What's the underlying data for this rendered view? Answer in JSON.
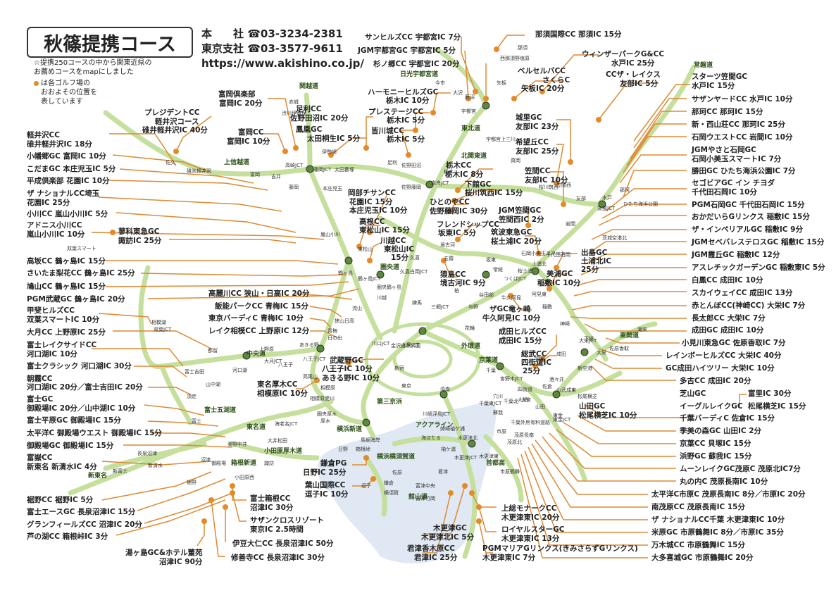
{
  "title": "秋篠提携コース",
  "contact": {
    "hq_label": "本　　社",
    "hq_phone": "☎03-3234-2381",
    "tokyo_label": "東京支社",
    "tokyo_phone": "☎03-3577-9611",
    "url": "https://www.akishino.co.jp/"
  },
  "notes": {
    "intro_line1": "☆提携250コースの中から関東近県の",
    "intro_line2": "お薦めコースをmapにしました",
    "dot_line1": "は各ゴルフ場の",
    "dot_line2": "おおよその位置を",
    "dot_line3": "表しています"
  },
  "colors": {
    "road": "#c5df9c",
    "road_dark": "#9cc36a",
    "sea": "#dfe8f3",
    "leader": "#dd8a33",
    "text": "#222222"
  },
  "roads": [
    {
      "text": "関越道"
    },
    {
      "text": "上信越道"
    },
    {
      "text": "北関東道"
    },
    {
      "text": "東北道"
    },
    {
      "text": "日光宇都宮道"
    },
    {
      "text": "常磐道"
    },
    {
      "text": "圏央道"
    },
    {
      "text": "中央道"
    },
    {
      "text": "富士五湖道"
    },
    {
      "text": "東名道"
    },
    {
      "text": "新東名"
    },
    {
      "text": "小田原厚木道"
    },
    {
      "text": "箱根新道"
    },
    {
      "text": "横浜新道"
    },
    {
      "text": "第三京浜"
    },
    {
      "text": "アクアライン"
    },
    {
      "text": "横浜横須賀道"
    },
    {
      "text": "館山道"
    },
    {
      "text": "京葉道"
    },
    {
      "text": "外環道"
    },
    {
      "text": "東関道"
    },
    {
      "text": "首都高"
    }
  ],
  "places": [
    {
      "text": "佐久"
    },
    {
      "text": "碓氷軽井沢"
    },
    {
      "text": "富岡"
    },
    {
      "text": "吉井"
    },
    {
      "text": "高崎JCT"
    },
    {
      "text": "藤岡"
    },
    {
      "text": "藤岡JCT"
    },
    {
      "text": "伊勢崎"
    },
    {
      "text": "太田藪塚"
    },
    {
      "text": "足利"
    },
    {
      "text": "佐野田沼"
    },
    {
      "text": "佐野藤岡"
    },
    {
      "text": "岩舟JCT"
    },
    {
      "text": "栃木"
    },
    {
      "text": "赤城"
    },
    {
      "text": "渋川伊香保"
    },
    {
      "text": "本庄児玉"
    },
    {
      "text": "嵐山小川"
    },
    {
      "text": "東松山"
    },
    {
      "text": "鶴ヶ島"
    },
    {
      "text": "鶴ヶ島JCT"
    },
    {
      "text": "圏央鶴ヶ島"
    },
    {
      "text": "川越"
    },
    {
      "text": "久喜"
    },
    {
      "text": "久喜白岡JCT"
    },
    {
      "text": "五霞"
    },
    {
      "text": "境古河"
    },
    {
      "text": "坂東"
    },
    {
      "text": "常総"
    },
    {
      "text": "つくばJCT"
    },
    {
      "text": "谷田部"
    },
    {
      "text": "桜土浦"
    },
    {
      "text": "土浦北"
    },
    {
      "text": "石岡小美玉スマート"
    },
    {
      "text": "千代田石岡"
    },
    {
      "text": "岩間"
    },
    {
      "text": "友部"
    },
    {
      "text": "友部JCT"
    },
    {
      "text": "笠間西"
    },
    {
      "text": "桜川筑西"
    },
    {
      "text": "真岡"
    },
    {
      "text": "宇都宮上三川"
    },
    {
      "text": "宇都宮"
    },
    {
      "text": "鹿沼"
    },
    {
      "text": "今市"
    },
    {
      "text": "大沢"
    },
    {
      "text": "矢板"
    },
    {
      "text": "那須"
    },
    {
      "text": "西那須野塩原"
    },
    {
      "text": "水戸"
    },
    {
      "text": "那珂"
    },
    {
      "text": "ひたち海浜公園"
    },
    {
      "text": "茨城空港北"
    },
    {
      "text": "阿見東"
    },
    {
      "text": "牛久阿見"
    },
    {
      "text": "稲敷"
    },
    {
      "text": "神崎"
    },
    {
      "text": "大栄JCT"
    },
    {
      "text": "大栄"
    },
    {
      "text": "佐原香取"
    },
    {
      "text": "潮来"
    },
    {
      "text": "成田"
    },
    {
      "text": "下総"
    },
    {
      "text": "新空港"
    },
    {
      "text": "富里"
    },
    {
      "text": "酒々井"
    },
    {
      "text": "佐倉"
    },
    {
      "text": "四街道"
    },
    {
      "text": "千葉北"
    },
    {
      "text": "山武成東"
    },
    {
      "text": "松尾横芝"
    },
    {
      "text": "大網"
    },
    {
      "text": "東金"
    },
    {
      "text": "山田"
    },
    {
      "text": "東金JCT"
    },
    {
      "text": "千葉東JCT"
    },
    {
      "text": "穴川"
    },
    {
      "text": "蘇我"
    },
    {
      "text": "市原"
    },
    {
      "text": "大宮"
    },
    {
      "text": "千葉外房有料道路"
    },
    {
      "text": "茂原北"
    },
    {
      "text": "茂原長南"
    },
    {
      "text": "市原鶴舞"
    },
    {
      "text": "姉崎袖ケ浦"
    },
    {
      "text": "木更津北"
    },
    {
      "text": "木更津東"
    },
    {
      "text": "木更津JCT"
    },
    {
      "text": "袖ケ浦"
    },
    {
      "text": "君津"
    },
    {
      "text": "富津中央"
    },
    {
      "text": "富津竹岡"
    },
    {
      "text": "海ほたる"
    },
    {
      "text": "川崎浮島JCT"
    },
    {
      "text": "湾岸"
    },
    {
      "text": "宮野木JCT"
    },
    {
      "text": "千葉"
    },
    {
      "text": "花輪"
    },
    {
      "text": "三郷JCT"
    },
    {
      "text": "川口JCT"
    },
    {
      "text": "大泉JCT"
    },
    {
      "text": "練馬"
    },
    {
      "text": "与野"
    },
    {
      "text": "柏"
    },
    {
      "text": "流山"
    },
    {
      "text": "狭山日高"
    },
    {
      "text": "青梅"
    },
    {
      "text": "日の出"
    },
    {
      "text": "あきる野"
    },
    {
      "text": "八王子JCT"
    },
    {
      "text": "八王子"
    },
    {
      "text": "高尾山"
    },
    {
      "text": "相模原"
    },
    {
      "text": "相模原愛川"
    },
    {
      "text": "圏央厚木"
    },
    {
      "text": "厚木"
    },
    {
      "text": "海老名JCT"
    },
    {
      "text": "大井松田"
    },
    {
      "text": "秦野中井"
    },
    {
      "text": "御殿場"
    },
    {
      "text": "裾野"
    },
    {
      "text": "沼津"
    },
    {
      "text": "長泉沼津"
    },
    {
      "text": "新富士"
    },
    {
      "text": "新清水"
    },
    {
      "text": "富士"
    },
    {
      "text": "須走"
    },
    {
      "text": "山中湖"
    },
    {
      "text": "富士吉田"
    },
    {
      "text": "河口湖"
    },
    {
      "text": "都留"
    },
    {
      "text": "大月JCT"
    },
    {
      "text": "上野原"
    },
    {
      "text": "相模湖"
    },
    {
      "text": "双葉JCT"
    },
    {
      "text": "双葉スマート"
    },
    {
      "text": "諏訪"
    },
    {
      "text": "小田原西"
    },
    {
      "text": "箱根峠"
    },
    {
      "text": "鎌倉"
    },
    {
      "text": "逗子"
    },
    {
      "text": "横須賀"
    },
    {
      "text": "佐原"
    },
    {
      "text": "馬堀海岸"
    },
    {
      "text": "日野"
    },
    {
      "text": "金沢自然公園"
    },
    {
      "text": "新宿"
    },
    {
      "text": "東京"
    },
    {
      "text": "玉川"
    }
  ],
  "courses": [
    {
      "name": "サンヒルズCC 宇都宮IC 7分"
    },
    {
      "name": "JGM宇都宮GC 宇都宮IC 5分"
    },
    {
      "name": "杉ノ郷CC 宇都宮IC 20分"
    },
    {
      "name": "那須国際CC 那須IC 15分"
    },
    {
      "name": "ウィンザーパークG&CC"
    },
    {
      "name": "水戸IC 25分"
    },
    {
      "name": "ベルセルバCC"
    },
    {
      "name": "さくらC"
    },
    {
      "name": "矢板IC 20分"
    },
    {
      "name": "CCザ・レイクス"
    },
    {
      "name": "友部IC 5分"
    },
    {
      "name": "ハーモニーヒルズGC"
    },
    {
      "name": "栃木IC 10分"
    },
    {
      "name": "プレステージCC"
    },
    {
      "name": "栃木IC 5分"
    },
    {
      "name": "皆川城CC"
    },
    {
      "name": "栃木IC 5分"
    },
    {
      "name": "足利CC"
    },
    {
      "name": "佐野田沼IC 20分"
    },
    {
      "name": "鳳凰GC"
    },
    {
      "name": "太田桐生IC 5分"
    },
    {
      "name": "富岡倶楽部"
    },
    {
      "name": "富岡IC 20分"
    },
    {
      "name": "富岡CC"
    },
    {
      "name": "富岡IC 10分"
    },
    {
      "name": "プレジデントCC"
    },
    {
      "name": "軽井沢コース"
    },
    {
      "name": "碓井軽井沢IC 40分"
    },
    {
      "name": "城里GC"
    },
    {
      "name": "友部IC 23分"
    },
    {
      "name": "希望丘CC"
    },
    {
      "name": "友部IC 25分"
    },
    {
      "name": "栃木CC"
    },
    {
      "name": "栃木IC 8分"
    },
    {
      "name": "笠間CC"
    },
    {
      "name": "友部IC 10分"
    },
    {
      "name": "下館GC"
    },
    {
      "name": "桜川筑西IC 15分"
    },
    {
      "name": "ひとのやCC"
    },
    {
      "name": "佐野藤岡IC 30分"
    },
    {
      "name": "岡部チサンCC"
    },
    {
      "name": "花園IC 15分"
    },
    {
      "name": "本庄児玉IC 10分"
    },
    {
      "name": "高根CC"
    },
    {
      "name": "東松山IC 15分"
    },
    {
      "name": "川越CC"
    },
    {
      "name": "東松山IC"
    },
    {
      "name": "15分"
    },
    {
      "name": "フレンドシップCC"
    },
    {
      "name": "坂東IC 5分"
    },
    {
      "name": "JGM笠間GC"
    },
    {
      "name": "笠間西IC 2分"
    },
    {
      "name": "筑波東急GC"
    },
    {
      "name": "桜土浦IC 20分"
    },
    {
      "name": "出島GC"
    },
    {
      "name": "土浦北IC"
    },
    {
      "name": "25分"
    },
    {
      "name": "美浦GC"
    },
    {
      "name": "稲敷IC 10分"
    },
    {
      "name": "猿島CC"
    },
    {
      "name": "境古河IC 9分"
    },
    {
      "name": "ザGC竜ヶ崎"
    },
    {
      "name": "牛久阿見IC 10分"
    },
    {
      "name": "成田ヒルズCC"
    },
    {
      "name": "成田IC 15分"
    },
    {
      "name": "総武CC"
    },
    {
      "name": "四街道IC"
    },
    {
      "name": "25分"
    },
    {
      "name": "芝山GC"
    },
    {
      "name": "富里IC 30分"
    },
    {
      "name": "イーグルレイクGC"
    },
    {
      "name": "松尾横芝IC 15分"
    },
    {
      "name": "山田GC"
    },
    {
      "name": "松尾横芝IC 10分"
    },
    {
      "name": "武蔵野GC"
    },
    {
      "name": "八王子IC 10分"
    },
    {
      "name": "あきる野IC 10分"
    },
    {
      "name": "東名厚木CC"
    },
    {
      "name": "相模原IC 10分"
    },
    {
      "name": "鎌倉PG"
    },
    {
      "name": "日野IC 25分"
    },
    {
      "name": "葉山国際CC"
    },
    {
      "name": "逗子IC 10分"
    },
    {
      "name": "富士箱根CC"
    },
    {
      "name": "沼津IC 30分"
    },
    {
      "name": "サザンクロスリゾート"
    },
    {
      "name": "東京IC 2.5時間"
    },
    {
      "name": "伊豆大仁CC 長泉沼津IC 50分"
    },
    {
      "name": "修善寺CC 長泉沼津IC 30分"
    },
    {
      "name": "湯ヶ島GC&ホテル董苑"
    },
    {
      "name": "沼津IC 90分"
    },
    {
      "name": "木更津GC"
    },
    {
      "name": "木更津北IC 5分"
    },
    {
      "name": "君津香木原CC"
    },
    {
      "name": "君津IC 25分"
    },
    {
      "name": "上総モナークCC"
    },
    {
      "name": "木更津東IC 20分"
    },
    {
      "name": "ロイヤルスターGC"
    },
    {
      "name": "木更津東IC 13分"
    },
    {
      "name": "PGMマリアGリンクス(きみさらずGリンクス)"
    },
    {
      "name": "木更津東IC 7分"
    },
    {
      "name": "軽井沢CC"
    },
    {
      "name": "碓井軽井沢IC 18分"
    },
    {
      "name": "小幡郷GC 富岡IC 10分"
    },
    {
      "name": "こだまGC 本庄児玉IC 5分"
    },
    {
      "name": "平成倶楽部 花園IC 10分"
    },
    {
      "name": "ザ ナショナルCC埼玉"
    },
    {
      "name": "花園IC 25分"
    },
    {
      "name": "小川CC 嵐山小川IC 5分"
    },
    {
      "name": "アドニス小川CC"
    },
    {
      "name": "嵐山小川IC 10分"
    },
    {
      "name": "蓼科東急GC"
    },
    {
      "name": "諏訪IC 25分"
    },
    {
      "name": "高坂CC 鶴ヶ島IC 15分"
    },
    {
      "name": "さいたま梨花CC 鶴ヶ島IC 25分"
    },
    {
      "name": "鳩山CC 鶴ヶ島IC 15分"
    },
    {
      "name": "PGM武蔵GC 鶴ヶ島IC 20分"
    },
    {
      "name": "高麗川CC 狭山・日高IC 20分"
    },
    {
      "name": "飯能パークCC 青梅IC 15分"
    },
    {
      "name": "東京バーディC 青梅IC 10分"
    },
    {
      "name": "レイク相模CC 上野原IC 12分"
    },
    {
      "name": "甲斐ヒルズCC"
    },
    {
      "name": "双葉スマートIC 10分"
    },
    {
      "name": "大月CC 上野原IC 25分"
    },
    {
      "name": "富士レイクサイドCC"
    },
    {
      "name": "河口湖IC 10分"
    },
    {
      "name": "富士クラシック 河口湖IC 30分"
    },
    {
      "name": "朝霧CC"
    },
    {
      "name": "河口湖IC 20分／富士吉田IC 20分"
    },
    {
      "name": "富士GC"
    },
    {
      "name": "御殿場IC 20分／山中湖IC 10分"
    },
    {
      "name": "富士平原GC 御殿場IC 15分"
    },
    {
      "name": "太平洋C 御殿場ウエスト 御殿場IC 15分"
    },
    {
      "name": "御殿場GC 御殿場IC 15分"
    },
    {
      "name": "富嶽CC"
    },
    {
      "name": "新東名 新清水IC 4分"
    },
    {
      "name": "裾野CC 裾野IC 5分"
    },
    {
      "name": "富士エースGC 長泉沼津IC 15分"
    },
    {
      "name": "グランフィールズCC 沼津IC 20分"
    },
    {
      "name": "芦の湖CC 箱根峠IC 3分"
    },
    {
      "name": "スターツ笠間GC"
    },
    {
      "name": "水戸IC 15分"
    },
    {
      "name": "サザンヤードCC 水戸IC 10分"
    },
    {
      "name": "那珂CC 那珂IC 15分"
    },
    {
      "name": "新・西山荘CC 那珂IC 25分"
    },
    {
      "name": "石岡ウエストCC 岩間IC 10分"
    },
    {
      "name": "JGMやさと石岡GC"
    },
    {
      "name": "石岡小美玉スマートIC 7分"
    },
    {
      "name": "勝田GC ひたち海浜公園IC 7分"
    },
    {
      "name": "セゴビアGC イン チヨダ"
    },
    {
      "name": "千代田石岡IC 10分"
    },
    {
      "name": "PGM石岡GC 千代田石岡IC 15分"
    },
    {
      "name": "おかだいらGリンクス 稲敷IC 15分"
    },
    {
      "name": "ザ・インペリアルGC 稲敷IC 9分"
    },
    {
      "name": "JGMセベバレステロスGC 稲敷IC 15分"
    },
    {
      "name": "JGM霞丘GC 稲敷IC 12分"
    },
    {
      "name": "アスレチックガーデンGC 稲敷東IC 5分"
    },
    {
      "name": "白鳳CC 成田IC 10分"
    },
    {
      "name": "スカイウェイCC 成田IC 13分"
    },
    {
      "name": "赤とんぼCC(神崎CC) 大栄IC 7分"
    },
    {
      "name": "長太郎CC 大栄IC 7分"
    },
    {
      "name": "成田GC 成田IC 10分"
    },
    {
      "name": "小見川東急GC 佐原香取IC 7分"
    },
    {
      "name": "レインボーヒルズCC 大栄IC 40分"
    },
    {
      "name": "GC成田ハイツリー 大栄IC 10分"
    },
    {
      "name": "多古CC 成田IC 20分"
    },
    {
      "name": "千葉バーディC 佐倉IC 15分"
    },
    {
      "name": "季美の森GC 山田IC 2分"
    },
    {
      "name": "京葉CC 貝塚IC 15分"
    },
    {
      "name": "浜野GC 蘇我IC 15分"
    },
    {
      "name": "ムーンレイクGC茂原C 茂原北IC7分"
    },
    {
      "name": "丸の内C 茂原長南IC 10分"
    },
    {
      "name": "太平洋C市原C 茂原長南IC 8分／市原IC 20分"
    },
    {
      "name": "南茂原CC 茂原長南IC 15分"
    },
    {
      "name": "ザ ナショナルCC千葉 木更津東IC 10分"
    },
    {
      "name": "米原GC 市原鶴舞IC 8分／市原IC 35分"
    },
    {
      "name": "万木城CC 市原鶴舞IC 15分"
    },
    {
      "name": "大多喜城GC 市原鶴舞IC 20分"
    }
  ]
}
